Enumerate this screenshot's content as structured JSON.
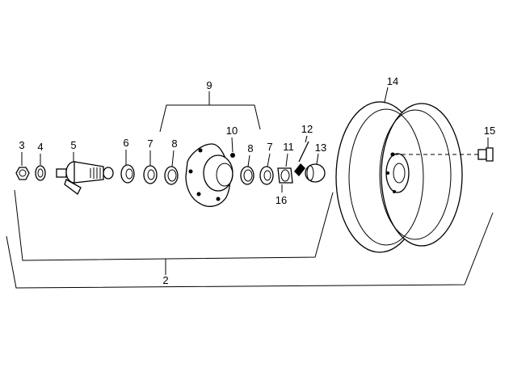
{
  "callouts": {
    "c2": "2",
    "c3": "3",
    "c4": "4",
    "c5": "5",
    "c6": "6",
    "c7a": "7",
    "c7b": "7",
    "c8a": "8",
    "c8b": "8",
    "c9": "9",
    "c10": "10",
    "c11": "11",
    "c12": "12",
    "c13": "13",
    "c14": "14",
    "c15": "15",
    "c16": "16"
  }
}
